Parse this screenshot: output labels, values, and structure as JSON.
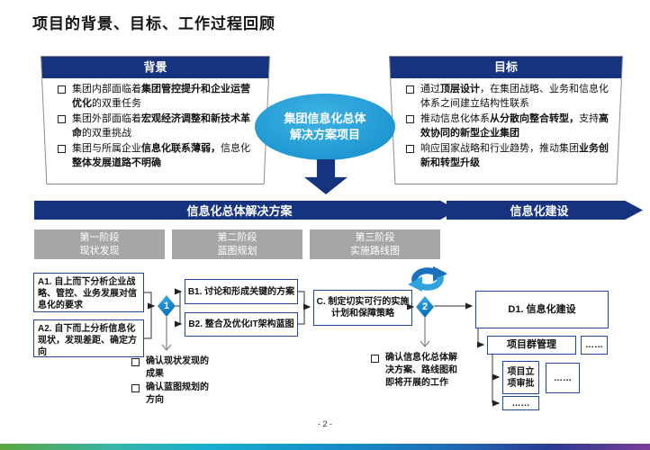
{
  "title": "项目的背景、目标、工作过程回顾",
  "colors": {
    "navy": "#16337F",
    "accent_blue": "#2AA2DA",
    "stage_gray": "#A6A6A6",
    "box_border": "#1F4795"
  },
  "background_box": {
    "header": "背景",
    "bullets": [
      [
        {
          "t": "集团内部面临着",
          "b": false
        },
        {
          "t": "集团管控提升和企业运营优化",
          "b": true
        },
        {
          "t": "的双重任务",
          "b": false
        }
      ],
      [
        {
          "t": "集团外部面临着",
          "b": false
        },
        {
          "t": "宏观经济调整和新技术革命",
          "b": true
        },
        {
          "t": "的双重挑战",
          "b": false
        }
      ],
      [
        {
          "t": "集团与所属企业",
          "b": false
        },
        {
          "t": "信息化联系薄弱，",
          "b": true
        },
        {
          "t": "信息化",
          "b": false
        },
        {
          "t": "整体发展道路不明确",
          "b": true
        }
      ]
    ]
  },
  "goal_box": {
    "header": "目标",
    "bullets": [
      [
        {
          "t": "通过",
          "b": false
        },
        {
          "t": "顶层设计",
          "b": true
        },
        {
          "t": "，在集团战略、业务和信息化体系之间建立结构性联系",
          "b": false
        }
      ],
      [
        {
          "t": "推动信息化体系",
          "b": false
        },
        {
          "t": "从分散向整合转型，",
          "b": true
        },
        {
          "t": "支持",
          "b": false
        },
        {
          "t": "高效协同的新型企业集团",
          "b": true
        }
      ],
      [
        {
          "t": "响应国家战略和行业趋势，推动集团",
          "b": false
        },
        {
          "t": "业务创新和转型升级",
          "b": true
        }
      ]
    ]
  },
  "center_ellipse": {
    "line1": "集团信息化总体",
    "line2": "解决方案项目"
  },
  "bands": {
    "solution": "信息化总体解决方案",
    "construction": "信息化建设"
  },
  "stages": [
    {
      "line1": "第一阶段",
      "line2": "现状发现"
    },
    {
      "line1": "第二阶段",
      "line2": "蓝图规划"
    },
    {
      "line1": "第三阶段",
      "line2": "实施路线图"
    }
  ],
  "flow": {
    "a1": "A1. 自上而下分析企业战略、管控、业务发展对信息化的要求",
    "a2": "A2. 自下而上分析信息化现状，发现差距、确定方向",
    "b1": "B1. 讨论和形成关键的方案",
    "b2": "B2. 整合及优化IT架构蓝图",
    "c": "C. 制定切实可行的实施计划和保障策略",
    "d1": "D1. 信息化建设",
    "gate1": "1",
    "gate2": "2",
    "program_mgmt": "项目群管理",
    "project_approval": "项目立项审批",
    "dots": "……",
    "checkpoint1": [
      "确认现状发现的成果",
      "确认蓝图规划的方向"
    ],
    "checkpoint2": [
      "确认信息化总体解决方案、路线图和即将开展的工作"
    ]
  },
  "footer": {
    "page": "- 2 -"
  }
}
